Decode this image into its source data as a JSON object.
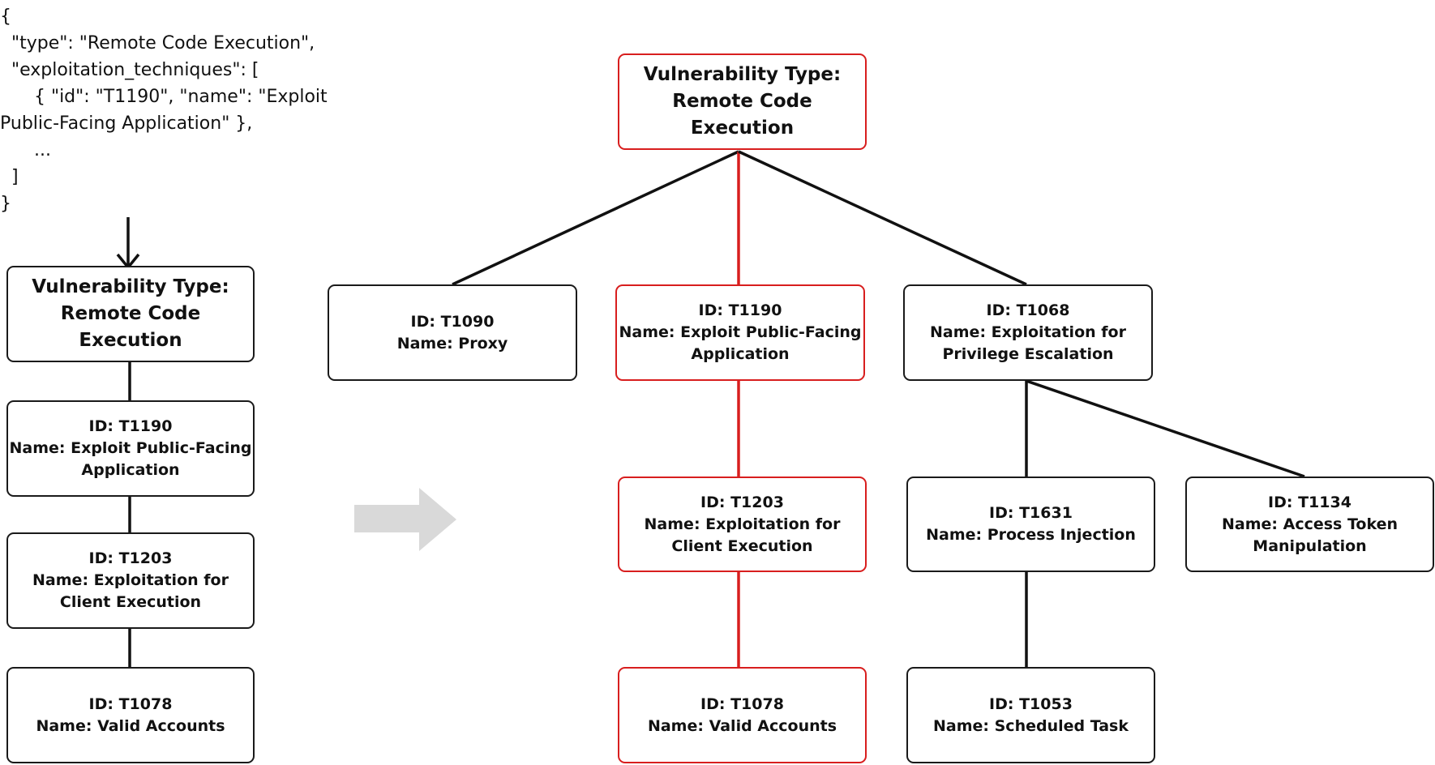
{
  "json_snippet": [
    "{",
    "  \"type\": \"Remote Code Execution\",",
    "  \"exploitation_techniques\": [",
    "      { \"id\": \"T1190\", \"name\": \"Exploit",
    "Public-Facing Application\" },",
    "      ...",
    "  ]",
    "}"
  ],
  "colors": {
    "highlight": "#d81e1e",
    "edge": "#111111",
    "transform_arrow": "#d9d9d9"
  },
  "left_chain": {
    "root": {
      "line1": "Vulnerability Type:",
      "line2": "Remote Code Execution"
    },
    "nodes": [
      {
        "line1": "ID: T1190",
        "line2": "Name: Exploit Public-Facing",
        "line3": "Application"
      },
      {
        "line1": "ID: T1203",
        "line2": "Name: Exploitation for",
        "line3": "Client Execution"
      },
      {
        "line1": "ID: T1078",
        "line2": "Name: Valid Accounts"
      }
    ]
  },
  "tree": {
    "root": {
      "line1": "Vulnerability Type:",
      "line2": "Remote Code Execution"
    },
    "t1090": {
      "line1": "ID: T1090",
      "line2": "Name: Proxy"
    },
    "t1190": {
      "line1": "ID: T1190",
      "line2": "Name: Exploit Public-Facing",
      "line3": "Application"
    },
    "t1068": {
      "line1": "ID: T1068",
      "line2": "Name: Exploitation for",
      "line3": "Privilege Escalation"
    },
    "t1203": {
      "line1": "ID: T1203",
      "line2": "Name: Exploitation for",
      "line3": "Client Execution"
    },
    "t1631": {
      "line1": "ID: T1631",
      "line2": "Name: Process Injection"
    },
    "t1134": {
      "line1": "ID: T1134",
      "line2": "Name: Access Token",
      "line3": "Manipulation"
    },
    "t1078": {
      "line1": "ID: T1078",
      "line2": "Name: Valid Accounts"
    },
    "t1053": {
      "line1": "ID: T1053",
      "line2": "Name: Scheduled Task"
    }
  }
}
